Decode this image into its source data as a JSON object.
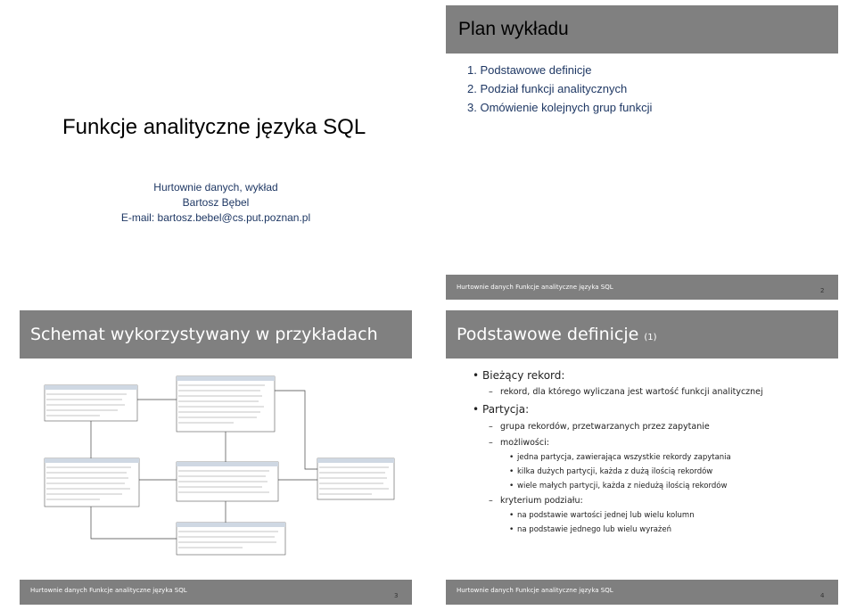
{
  "slide1": {
    "title": "Funkcje analityczne języka SQL",
    "subtitle_lines": [
      "Hurtownie danych, wykład",
      "Bartosz Bębel",
      "E-mail: bartosz.bebel@cs.put.poznan.pl"
    ]
  },
  "slide2": {
    "title": "Plan wykładu",
    "items": [
      "1.  Podstawowe definicje",
      "2.  Podział funkcji analitycznych",
      "3.  Omówienie kolejnych grup funkcji"
    ],
    "footer": "Hurtownie danych   Funkcje analityczne języka SQL",
    "page": "2"
  },
  "slide3": {
    "title": "Schemat wykorzystywany w przykładach",
    "footer": "Hurtownie danych   Funkcje analityczne języka SQL",
    "page": "3"
  },
  "slide4": {
    "title": "Podstawowe definicje",
    "title_suffix": "(1)",
    "lines": [
      {
        "level": 1,
        "text": "Bieżący rekord:"
      },
      {
        "level": 2,
        "text": "rekord, dla którego wyliczana jest wartość funkcji analitycznej"
      },
      {
        "level": 1,
        "text": "Partycja:"
      },
      {
        "level": 2,
        "text": "grupa rekordów, przetwarzanych przez zapytanie"
      },
      {
        "level": 2,
        "text": "możliwości:"
      },
      {
        "level": 3,
        "text": "jedna partycja, zawierająca wszystkie rekordy zapytania"
      },
      {
        "level": 3,
        "text": "kilka dużych partycji, każda z dużą ilością rekordów"
      },
      {
        "level": 3,
        "text": "wiele małych partycji, każda z niedużą ilością rekordów"
      },
      {
        "level": 2,
        "text": "kryterium podziału:"
      },
      {
        "level": 3,
        "text": "na podstawie wartości jednej lub wielu kolumn"
      },
      {
        "level": 3,
        "text": "na podstawie jednego lub wielu wyrażeń"
      }
    ],
    "footer": "Hurtownie danych   Funkcje analityczne języka SQL",
    "page": "4"
  },
  "colors": {
    "bar": "#7f7f7f",
    "title_band": "#808080",
    "text_blue": "#1f3864"
  }
}
